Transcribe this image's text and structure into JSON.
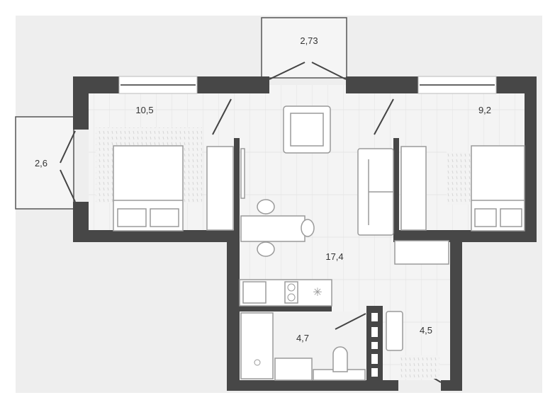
{
  "rooms": {
    "balcony_top": {
      "area": "2,73"
    },
    "bedroom_left": {
      "area": "10,5"
    },
    "bedroom_right": {
      "area": "9,2"
    },
    "balcony_left": {
      "area": "2,6"
    },
    "living_kitchen": {
      "area": "17,4"
    },
    "bathroom": {
      "area": "4,7"
    },
    "hallway": {
      "area": "4,5"
    }
  },
  "colors": {
    "wall": "#474747",
    "background": "#eeeeee",
    "floor": "#f4f4f4"
  }
}
